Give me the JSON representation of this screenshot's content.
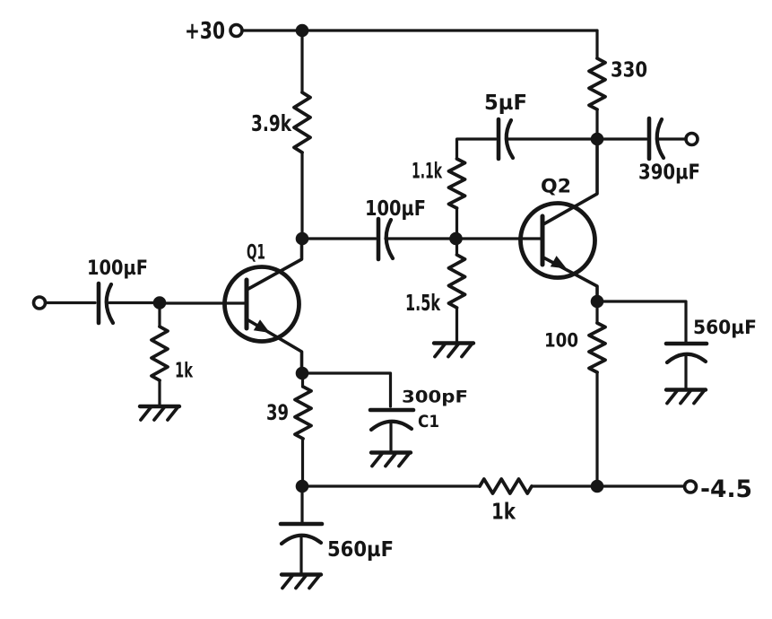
{
  "figure": {
    "type": "circuit-schematic",
    "title": "Two-stage transistor amplifier schematic",
    "background": "#ffffff",
    "ink": "#161616"
  },
  "power": {
    "positive_rail_label": "+30",
    "negative_rail_label": "-4.5"
  },
  "transistors": {
    "q1": {
      "designator": "Q1"
    },
    "q2": {
      "designator": "Q2"
    }
  },
  "resistors": {
    "input_shunt": {
      "value": "1k"
    },
    "q1_collector": {
      "value": "3.9k"
    },
    "q1_emitter": {
      "value": "39"
    },
    "bias_upper": {
      "value": "1.1k"
    },
    "bias_lower": {
      "value": "1.5k"
    },
    "q2_collector": {
      "value": "330"
    },
    "q2_emitter": {
      "value": "100"
    },
    "negative_feed": {
      "value": "1k"
    }
  },
  "capacitors": {
    "input_coupling": {
      "value": "100µF"
    },
    "interstage": {
      "value": "100µF"
    },
    "feedback": {
      "value": "5µF"
    },
    "output_coupling": {
      "value": "390µF"
    },
    "compensation": {
      "value": "300pF",
      "designator": "C1"
    },
    "q1_emitter_bypass": {
      "value": "560µF"
    },
    "q2_emitter_bypass": {
      "value": "560µF"
    }
  }
}
